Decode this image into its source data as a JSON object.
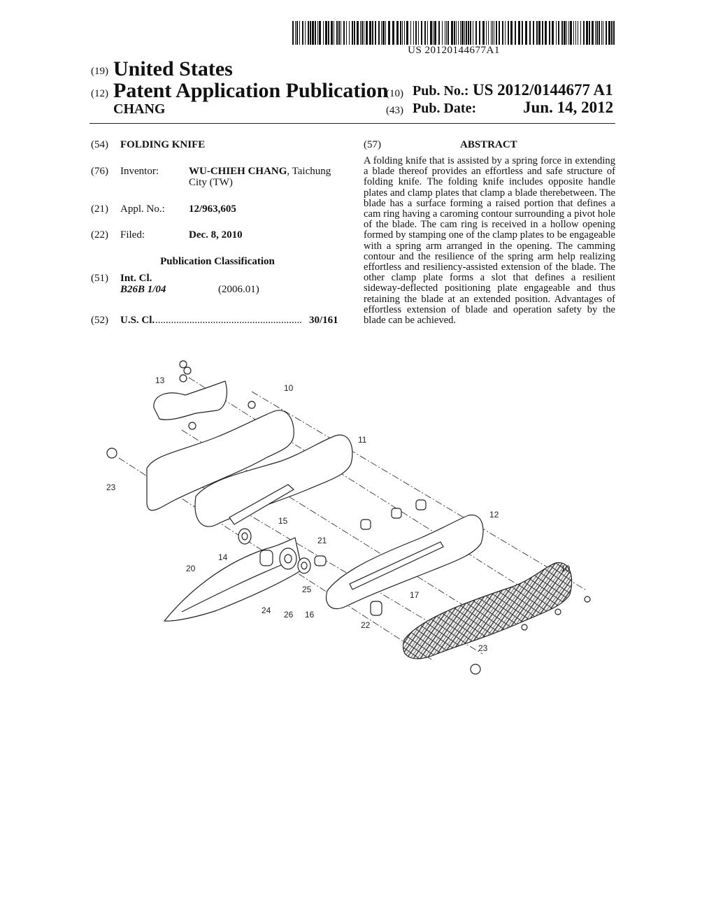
{
  "header": {
    "barcode_number": "US 20120144677A1",
    "code19": "(19)",
    "country": "United States",
    "code12": "(12)",
    "publication_type": "Patent Application Publication",
    "applicant_surname": "CHANG",
    "code10": "(10)",
    "pub_no_label": "Pub. No.:",
    "pub_no": "US 2012/0144677 A1",
    "code43": "(43)",
    "pub_date_label": "Pub. Date:",
    "pub_date": "Jun. 14, 2012"
  },
  "left": {
    "title_code": "(54)",
    "title": "FOLDING KNIFE",
    "inventor_code": "(76)",
    "inventor_label": "Inventor:",
    "inventor_name": "WU-CHIEH CHANG",
    "inventor_city_1": ", Taichung",
    "inventor_city_2": "City (TW)",
    "appl_code": "(21)",
    "appl_label": "Appl. No.:",
    "appl_no": "12/963,605",
    "filed_code": "(22)",
    "filed_label": "Filed:",
    "filed_date": "Dec. 8, 2010",
    "classification_heading": "Publication Classification",
    "intcl_code": "(51)",
    "intcl_label": "Int. Cl.",
    "intcl_class": "B26B 1/04",
    "intcl_year": "(2006.01)",
    "uscl_code": "(52)",
    "uscl_label": "U.S. Cl.",
    "uscl_dots": "........................................................",
    "uscl_value": "30/161"
  },
  "abstract": {
    "code": "(57)",
    "heading": "ABSTRACT",
    "text": "A folding knife that is assisted by a spring force in extending a blade thereof provides an effortless and safe structure of folding knife. The folding knife includes opposite handle plates and clamp plates that clamp a blade therebetween. The blade has a surface forming a raised portion that defines a cam ring having a caroming contour surrounding a pivot hole of the blade. The cam ring is received in a hollow opening formed by stamping one of the clamp plates to be engageable with a spring arm arranged in the opening. The camming contour and the resilience of the spring arm help realizing effortless and resiliency-assisted extension of the blade. The other clamp plate forms a slot that defines a resilient sideway-deflected positioning plate engageable and thus retaining the blade at an extended position. Advantages of effortless extension of blade and operation safety by the blade can be achieved."
  },
  "figure": {
    "labels": {
      "l13": "13",
      "l10a": "10",
      "l11": "11",
      "l23a": "23",
      "l15": "15",
      "l14": "14",
      "l12": "12",
      "l21": "21",
      "l20": "20",
      "l25": "25",
      "l17": "17",
      "l10b": "10",
      "l24": "24",
      "l26": "26",
      "l16": "16",
      "l22": "22",
      "l23b": "23"
    }
  }
}
